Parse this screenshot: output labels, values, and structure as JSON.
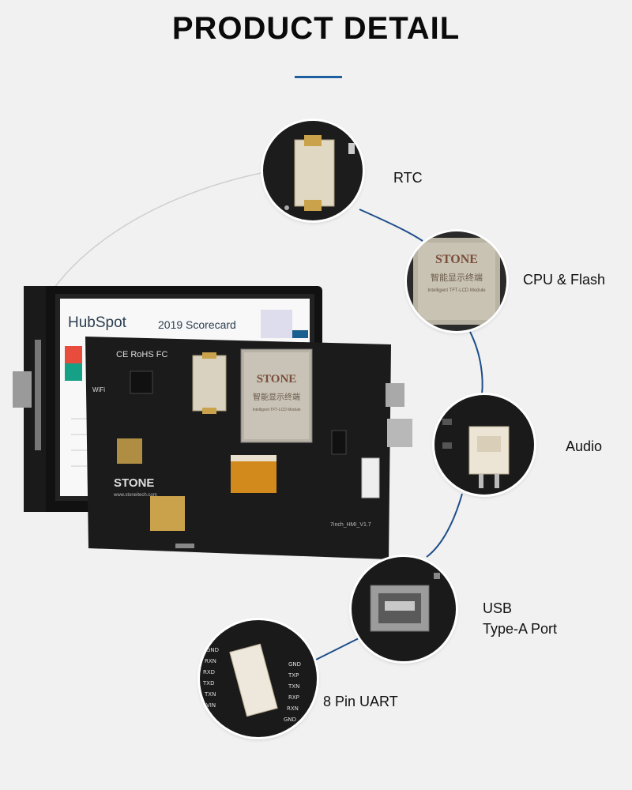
{
  "header": {
    "title": "PRODUCT DETAIL"
  },
  "callouts": [
    {
      "id": "rtc",
      "label": "RTC"
    },
    {
      "id": "cpu",
      "label": "CPU & Flash"
    },
    {
      "id": "audio",
      "label": "Audio"
    },
    {
      "id": "usb",
      "label_line1": "USB",
      "label_line2": "Type-A Port"
    },
    {
      "id": "uart",
      "label": "8 Pin UART"
    }
  ],
  "board": {
    "chip_brand": "STONE",
    "chip_cn": "智能显示终端",
    "chip_sub": "Intelligent TFT-LCD Module",
    "pcb_brand": "STONE",
    "pcb_url": "www.stoneitech.com",
    "pcb_marks": "CE RoHS FC",
    "wifi_mark": "WiFi",
    "pcb_version": "7inch_HMI_V1.7"
  },
  "screen": {
    "logo": "HubSpot",
    "heading": "2019 Scorecard"
  },
  "uart_pins": {
    "left": [
      "GND",
      "RXN",
      "RXD",
      "TXD",
      "TXN",
      "VIN"
    ],
    "right": [
      "GND",
      "TXP",
      "TXN",
      "RXP",
      "RXN",
      "GND"
    ]
  },
  "colors": {
    "accent": "#1e5fa0",
    "pcb": "#1b1b1b",
    "gold": "#c9a24b"
  }
}
